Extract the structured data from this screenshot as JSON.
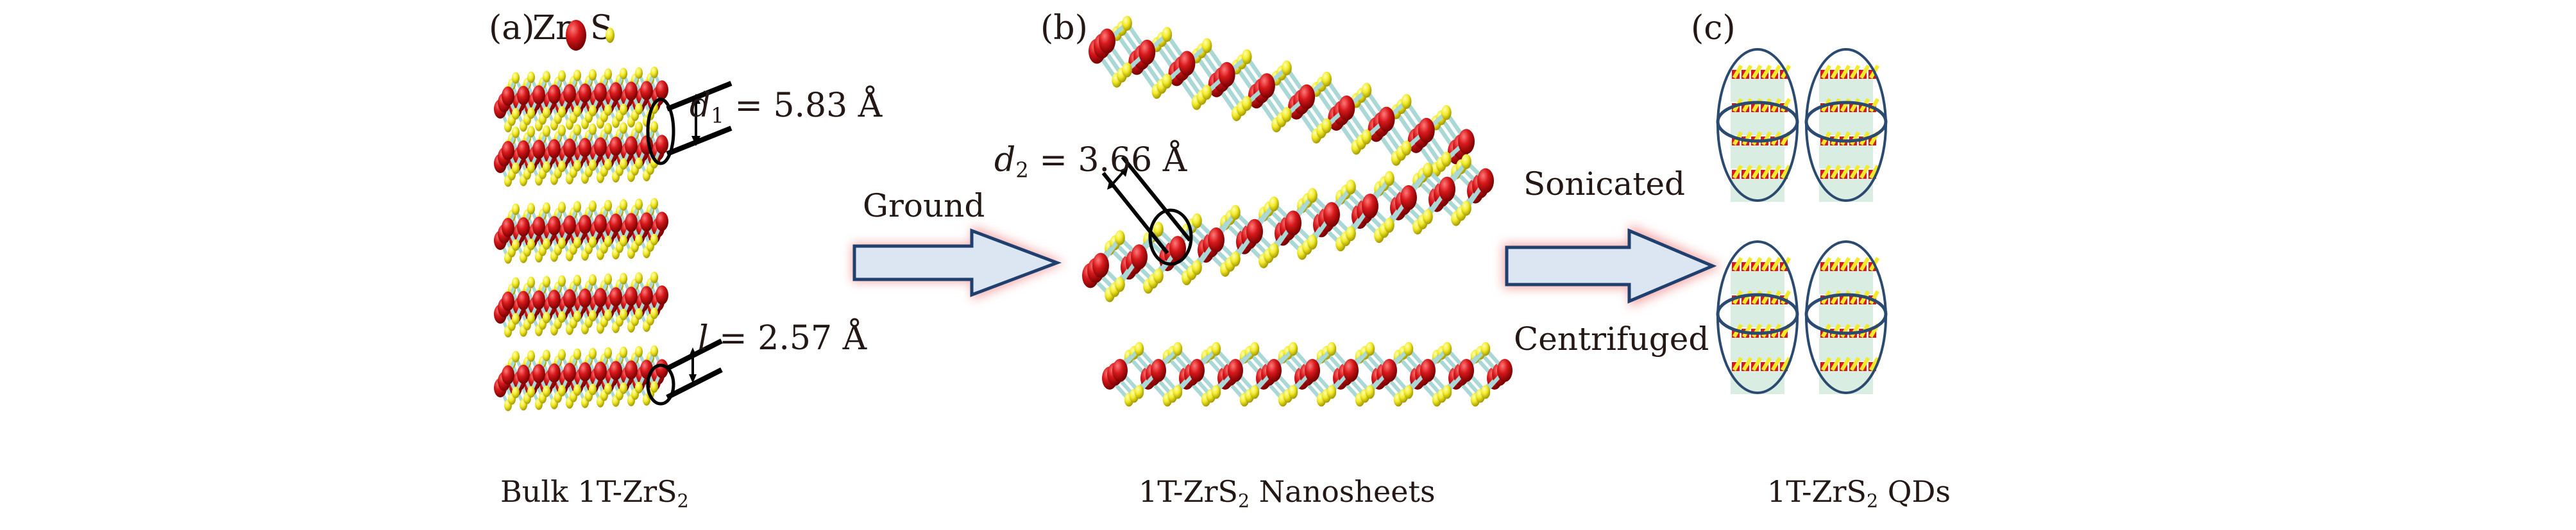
{
  "panels": {
    "a": {
      "label": "(a)",
      "legend": {
        "zr_label": "Zr",
        "s_label": "S",
        "zr_color": "#d7191c",
        "s_color": "#f2ea2a"
      },
      "measurements": {
        "d1": {
          "symbol": "d",
          "subscript": "1",
          "value": "= 5.83 Å"
        },
        "l": {
          "symbol": "l",
          "value": "= 2.57 Å"
        }
      },
      "caption": {
        "prefix": "Bulk 1T-ZrS",
        "subscript": "2",
        "suffix": ""
      }
    },
    "b": {
      "label": "(b)",
      "measurements": {
        "d2": {
          "symbol": "d",
          "subscript": "2",
          "value": "= 3.66 Å"
        }
      },
      "caption": {
        "prefix": "1T-ZrS",
        "subscript": "2",
        "suffix": " Nanosheets"
      }
    },
    "c": {
      "label": "(c)",
      "caption": {
        "prefix": "1T-ZrS",
        "subscript": "2",
        "suffix": " QDs"
      },
      "quantum_dot_count": 4
    }
  },
  "process_steps": {
    "step1": {
      "label": "Ground"
    },
    "step2": {
      "top_label": "Sonicated",
      "bottom_label": "Centrifuged"
    }
  },
  "colors": {
    "zr_atom": "#d7191c",
    "s_atom": "#f2ea2a",
    "bond": "#a9d8d6",
    "arrow_fill": "#dce6f2",
    "arrow_stroke": "#1f3f6e",
    "arrow_glow": "#f3a3a3",
    "qd_outline": "#2b4a6f",
    "qd_interlayer": "#2e9b62"
  }
}
